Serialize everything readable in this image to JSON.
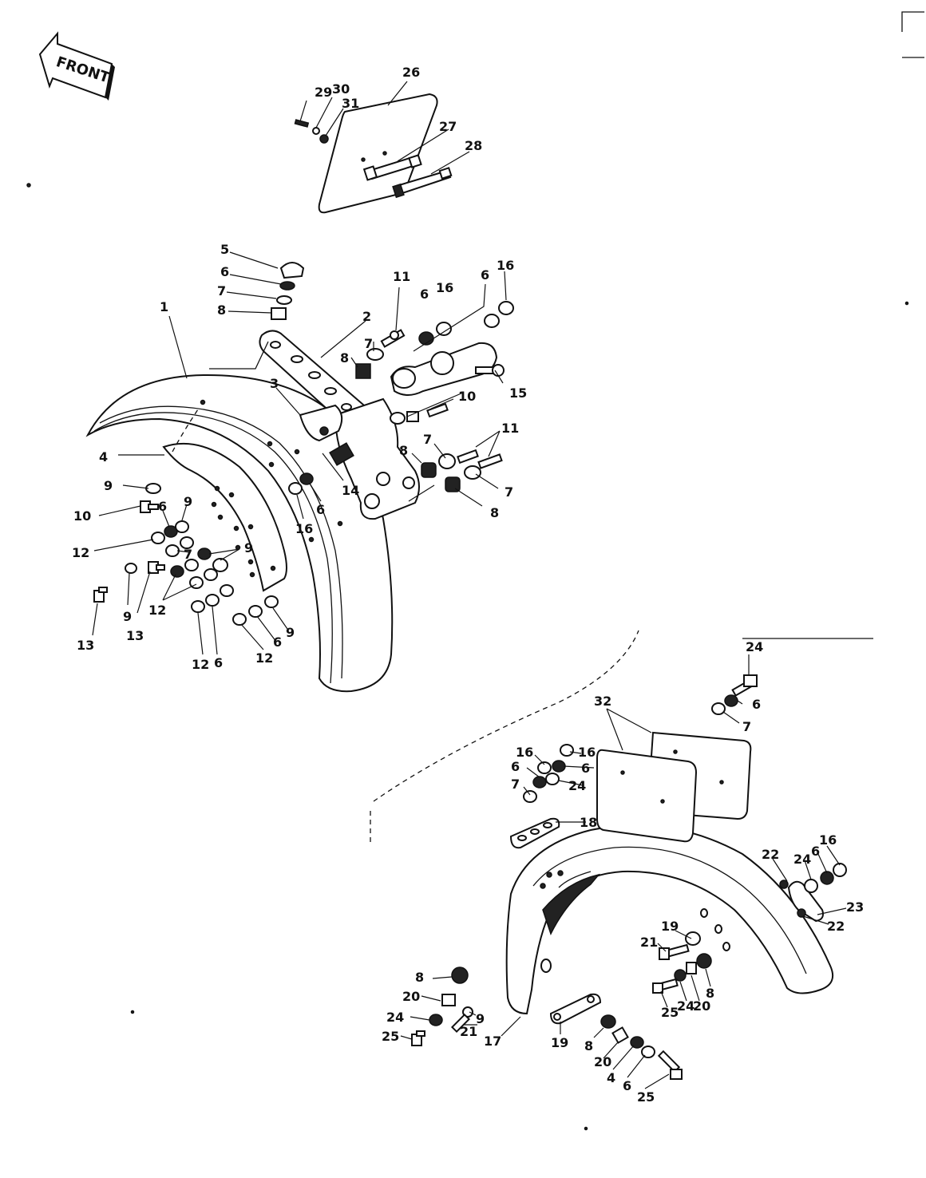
{
  "front_arrow": {
    "text": "FRONT"
  },
  "labels": {
    "l1": "1",
    "l2": "2",
    "l3": "3",
    "l4": "4",
    "l5": "5",
    "l6": "6",
    "l7": "7",
    "l8": "8",
    "l9": "9",
    "l10": "10",
    "l11": "11",
    "l12": "12",
    "l13": "13",
    "l14": "14",
    "l15": "15",
    "l16": "16",
    "l17": "17",
    "l18": "18",
    "l19": "19",
    "l20": "20",
    "l21": "21",
    "l22": "22",
    "l23": "23",
    "l24": "24",
    "l25": "25",
    "l26": "26",
    "l27": "27",
    "l28": "28",
    "l29": "29",
    "l30": "30",
    "l31": "31",
    "l32": "32"
  }
}
